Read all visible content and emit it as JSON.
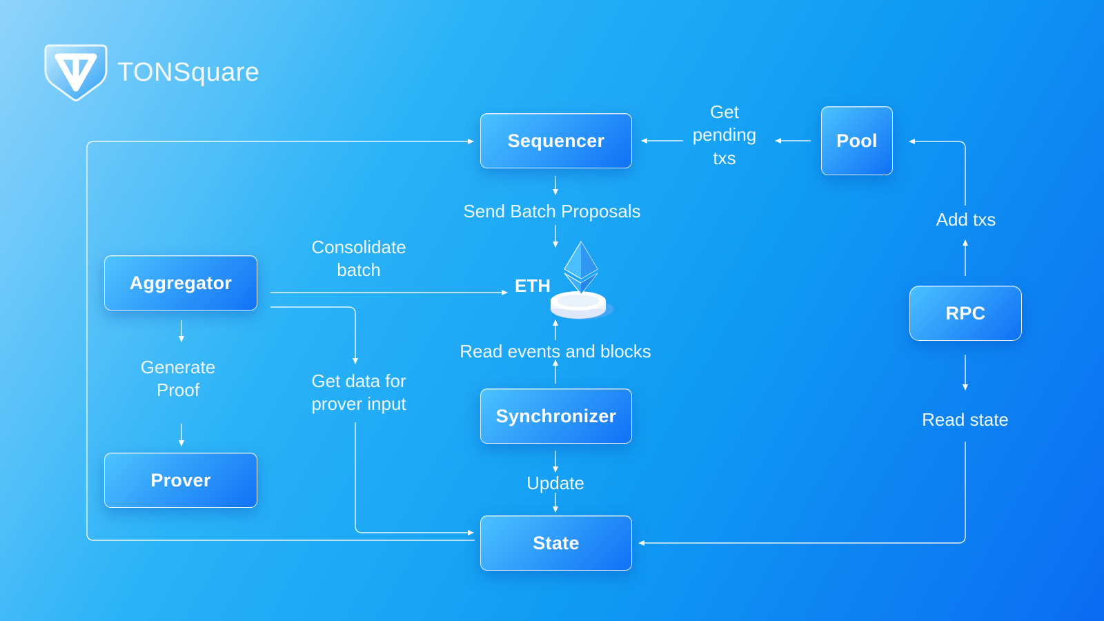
{
  "brand": {
    "name": "TONSquare",
    "logo_icon": "ton-shield-logo"
  },
  "nodes": {
    "sequencer": "Sequencer",
    "pool": "Pool",
    "aggregator": "Aggregator",
    "rpc": "RPC",
    "synchronizer": "Synchronizer",
    "prover": "Prover",
    "state": "State",
    "eth": "ETH"
  },
  "edge_labels": {
    "get_pending_txs": "Get\npending\ntxs",
    "send_batch_proposals": "Send Batch Proposals",
    "add_txs": "Add txs",
    "consolidate_batch": "Consolidate\nbatch",
    "generate_proof": "Generate\nProof",
    "get_data_for_prover_input": "Get data for\nprover input",
    "read_events_and_blocks": "Read events and blocks",
    "read_state": "Read state",
    "update": "Update"
  },
  "colors": {
    "background_start": "#8fd3fb",
    "background_end": "#0b6cf2",
    "node_fill": "#1a8ef5",
    "line": "#ffffff"
  },
  "eth_icon": "ethereum-diamond-icon"
}
